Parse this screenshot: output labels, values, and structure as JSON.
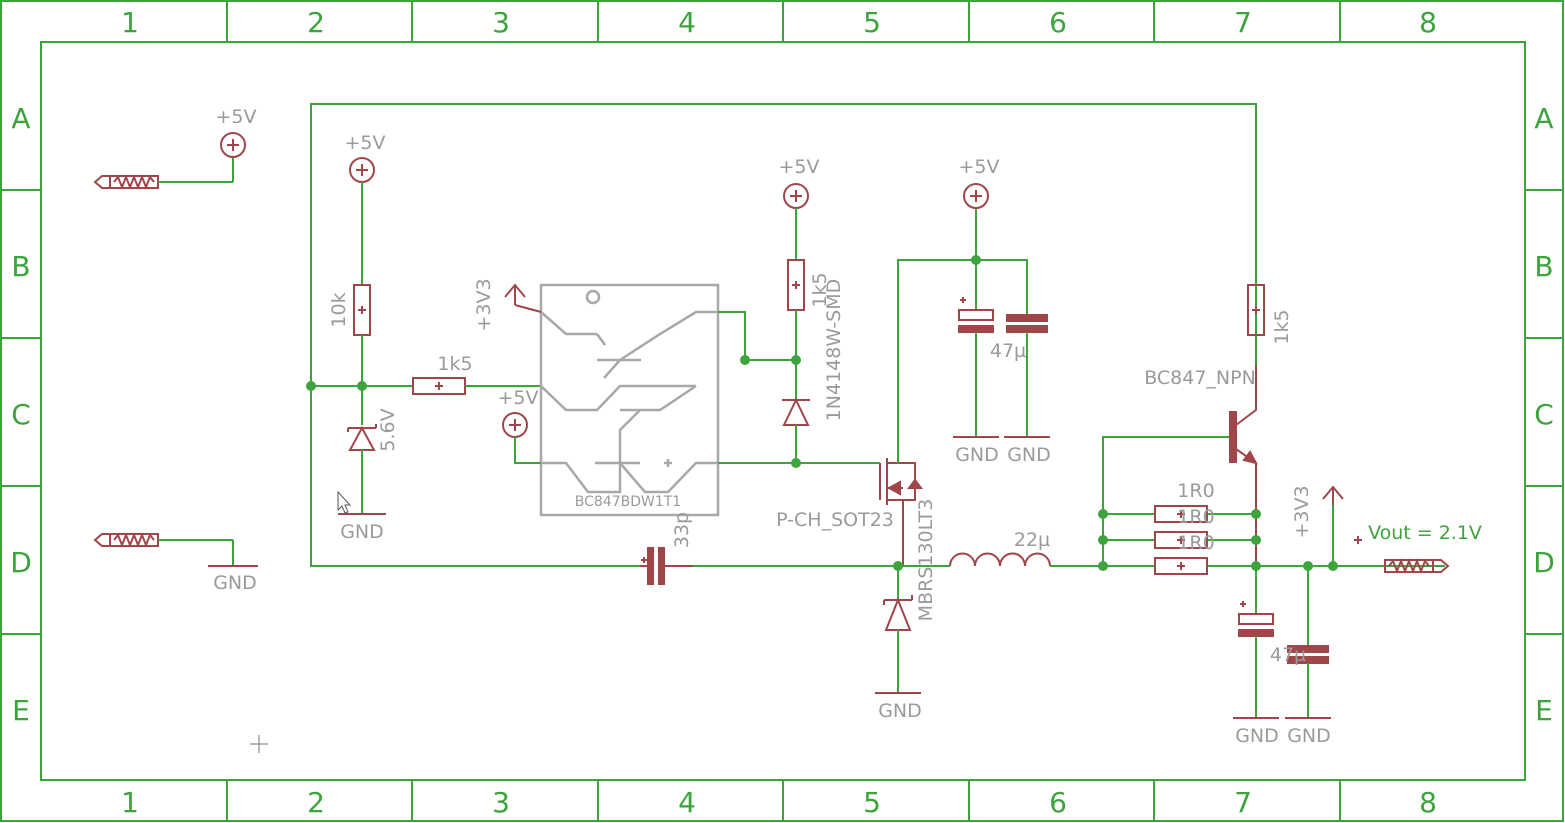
{
  "frame": {
    "columns": [
      "1",
      "2",
      "3",
      "4",
      "5",
      "6",
      "7",
      "8"
    ],
    "rows": [
      "A",
      "B",
      "C",
      "D",
      "E"
    ]
  },
  "supplies": {
    "plus5v": "+5V",
    "plus3v3": "+3V3",
    "gnd": "GND"
  },
  "components": {
    "r_10k": "10k",
    "r_1k5_base": "1k5",
    "r_1k5_mid": "1k5",
    "r_1k5_right": "1k5",
    "zener_5v6": "5.6V",
    "transistor_pair": "BC847BDW1T1",
    "diode_1n4148": "1N4148W-SMD",
    "mosfet": "P-CH_SOT23",
    "cap_33p": "33p",
    "schottky": "MBRS130LT3",
    "inductor": "22µ",
    "cap_47u_top": "47µ",
    "cap_47u_bottom": "47µ",
    "npn": "BC847_NPN",
    "r_1r0_a": "1R0",
    "r_1r0_b": "1R0",
    "r_1r0_c": "1R0",
    "vout": "Vout = 2.1V"
  },
  "colors": {
    "frame": "#3da33d",
    "symbol": "#a0464a",
    "label": "#9a9a9a"
  }
}
